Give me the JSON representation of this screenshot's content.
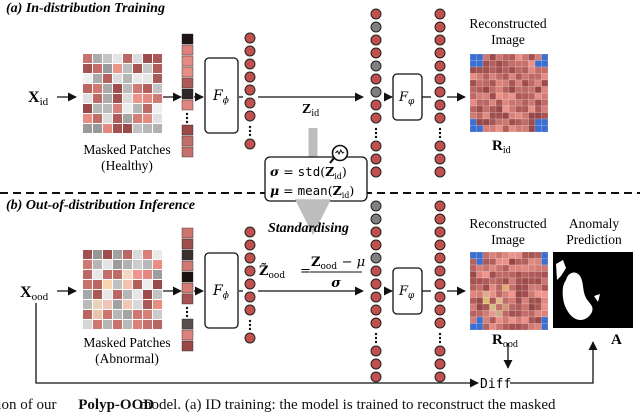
{
  "sections": {
    "top_title": "(a) In-distribution Training",
    "bottom_title": "(b) Out-of-distribution Inference"
  },
  "inputs": {
    "x_id_main": "X",
    "x_id_sub": "id",
    "x_ood_main": "X",
    "x_ood_sub": "ood"
  },
  "patch_labels": {
    "top_line1": "Masked Patches",
    "top_line2": "(Healthy)",
    "bottom_line1": "Masked Patches",
    "bottom_line2": "(Abnormal)"
  },
  "encoder_label_main": "F",
  "encoder_label_sub": "ϕ",
  "decoder_label_main": "F",
  "decoder_label_sub": "φ",
  "latent": {
    "z_id_main": "Z",
    "z_id_sub": "id",
    "standardising": "Standardising",
    "sigma_line": {
      "lhs": "σ",
      "func": "std",
      "arg": "Z",
      "arg_sub": "id"
    },
    "mu_line": {
      "lhs": "μ",
      "func": "mean",
      "arg": "Z",
      "arg_sub": "id"
    },
    "ztilde_main": "Z̃",
    "ztilde_sub": "ood",
    "numerator_main": "Z",
    "numerator_sub": "ood",
    "numerator_rest": "− μ",
    "denominator": "σ"
  },
  "outputs": {
    "reconstructed_top_line1": "Reconstructed",
    "reconstructed_top_line2": "Image",
    "reconstructed_bottom_line1": "Reconstructed",
    "reconstructed_bottom_line2": "Image",
    "r_id_main": "R",
    "r_id_sub": "id",
    "r_ood_main": "R",
    "r_ood_sub": "ood",
    "anomaly_line1": "Anomaly",
    "anomaly_line2": "Prediction",
    "a_label": "A",
    "diff_label": "Diff"
  },
  "caption": {
    "prefix": "ustration of our ",
    "model_name": "Polyp-OOD",
    "suffix": " model. (a) ID training: the model is trained to reconstruct the masked"
  },
  "colors": {
    "node_red": "#c0504d",
    "node_gray": "#7f7f7f",
    "node_stroke": "#222222",
    "grid_blue": "#3b6fd1",
    "arrow_gray": "#bdbdbd"
  },
  "icons": [
    "search-icon"
  ]
}
